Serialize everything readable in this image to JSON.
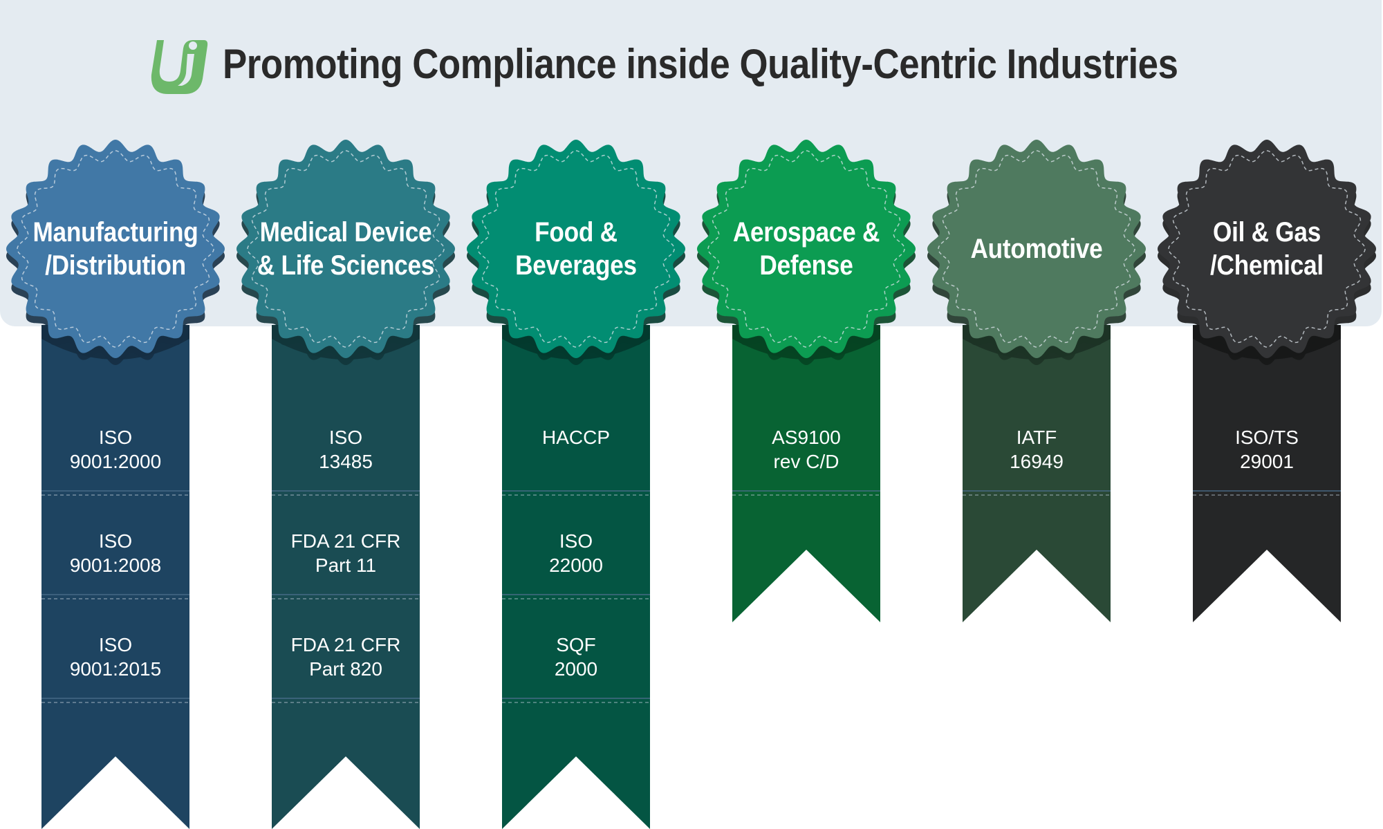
{
  "title": "Promoting Compliance inside Quality-Centric Industries",
  "colors": {
    "header_band": "#e4ebf1",
    "logo_green": "#6db86a"
  },
  "industries": [
    {
      "name": "Manufacturing\n/Distribution",
      "badge_color": "#4178a6",
      "ribbon_color": "#1e4461",
      "ribbon_shadow": "#152f44",
      "standards": [
        "ISO\n9001:2000",
        "ISO\n9001:2008",
        "ISO\n9001:2015"
      ]
    },
    {
      "name": "Medical Device\n& Life Sciences",
      "badge_color": "#2b7b86",
      "ribbon_color": "#1a4c53",
      "ribbon_shadow": "#12363b",
      "standards": [
        "ISO\n13485",
        "FDA 21 CFR\nPart 11",
        "FDA 21 CFR\nPart 820"
      ]
    },
    {
      "name": "Food &\nBeverages",
      "badge_color": "#028d72",
      "ribbon_color": "#045543",
      "ribbon_shadow": "#033a2e",
      "standards": [
        "HACCP",
        "ISO\n22000",
        "SQF\n2000"
      ]
    },
    {
      "name": "Aerospace &\nDefense",
      "badge_color": "#0c9c52",
      "ribbon_color": "#086333",
      "ribbon_shadow": "#054422",
      "standards": [
        "AS9100\nrev C/D"
      ]
    },
    {
      "name": "Automotive",
      "badge_color": "#4f7a5f",
      "ribbon_color": "#2a4936",
      "ribbon_shadow": "#1d3326",
      "standards": [
        "IATF\n16949"
      ]
    },
    {
      "name": "Oil & Gas\n/Chemical",
      "badge_color": "#333436",
      "ribbon_color": "#252627",
      "ribbon_shadow": "#171818",
      "standards": [
        "ISO/TS\n29001"
      ]
    }
  ]
}
